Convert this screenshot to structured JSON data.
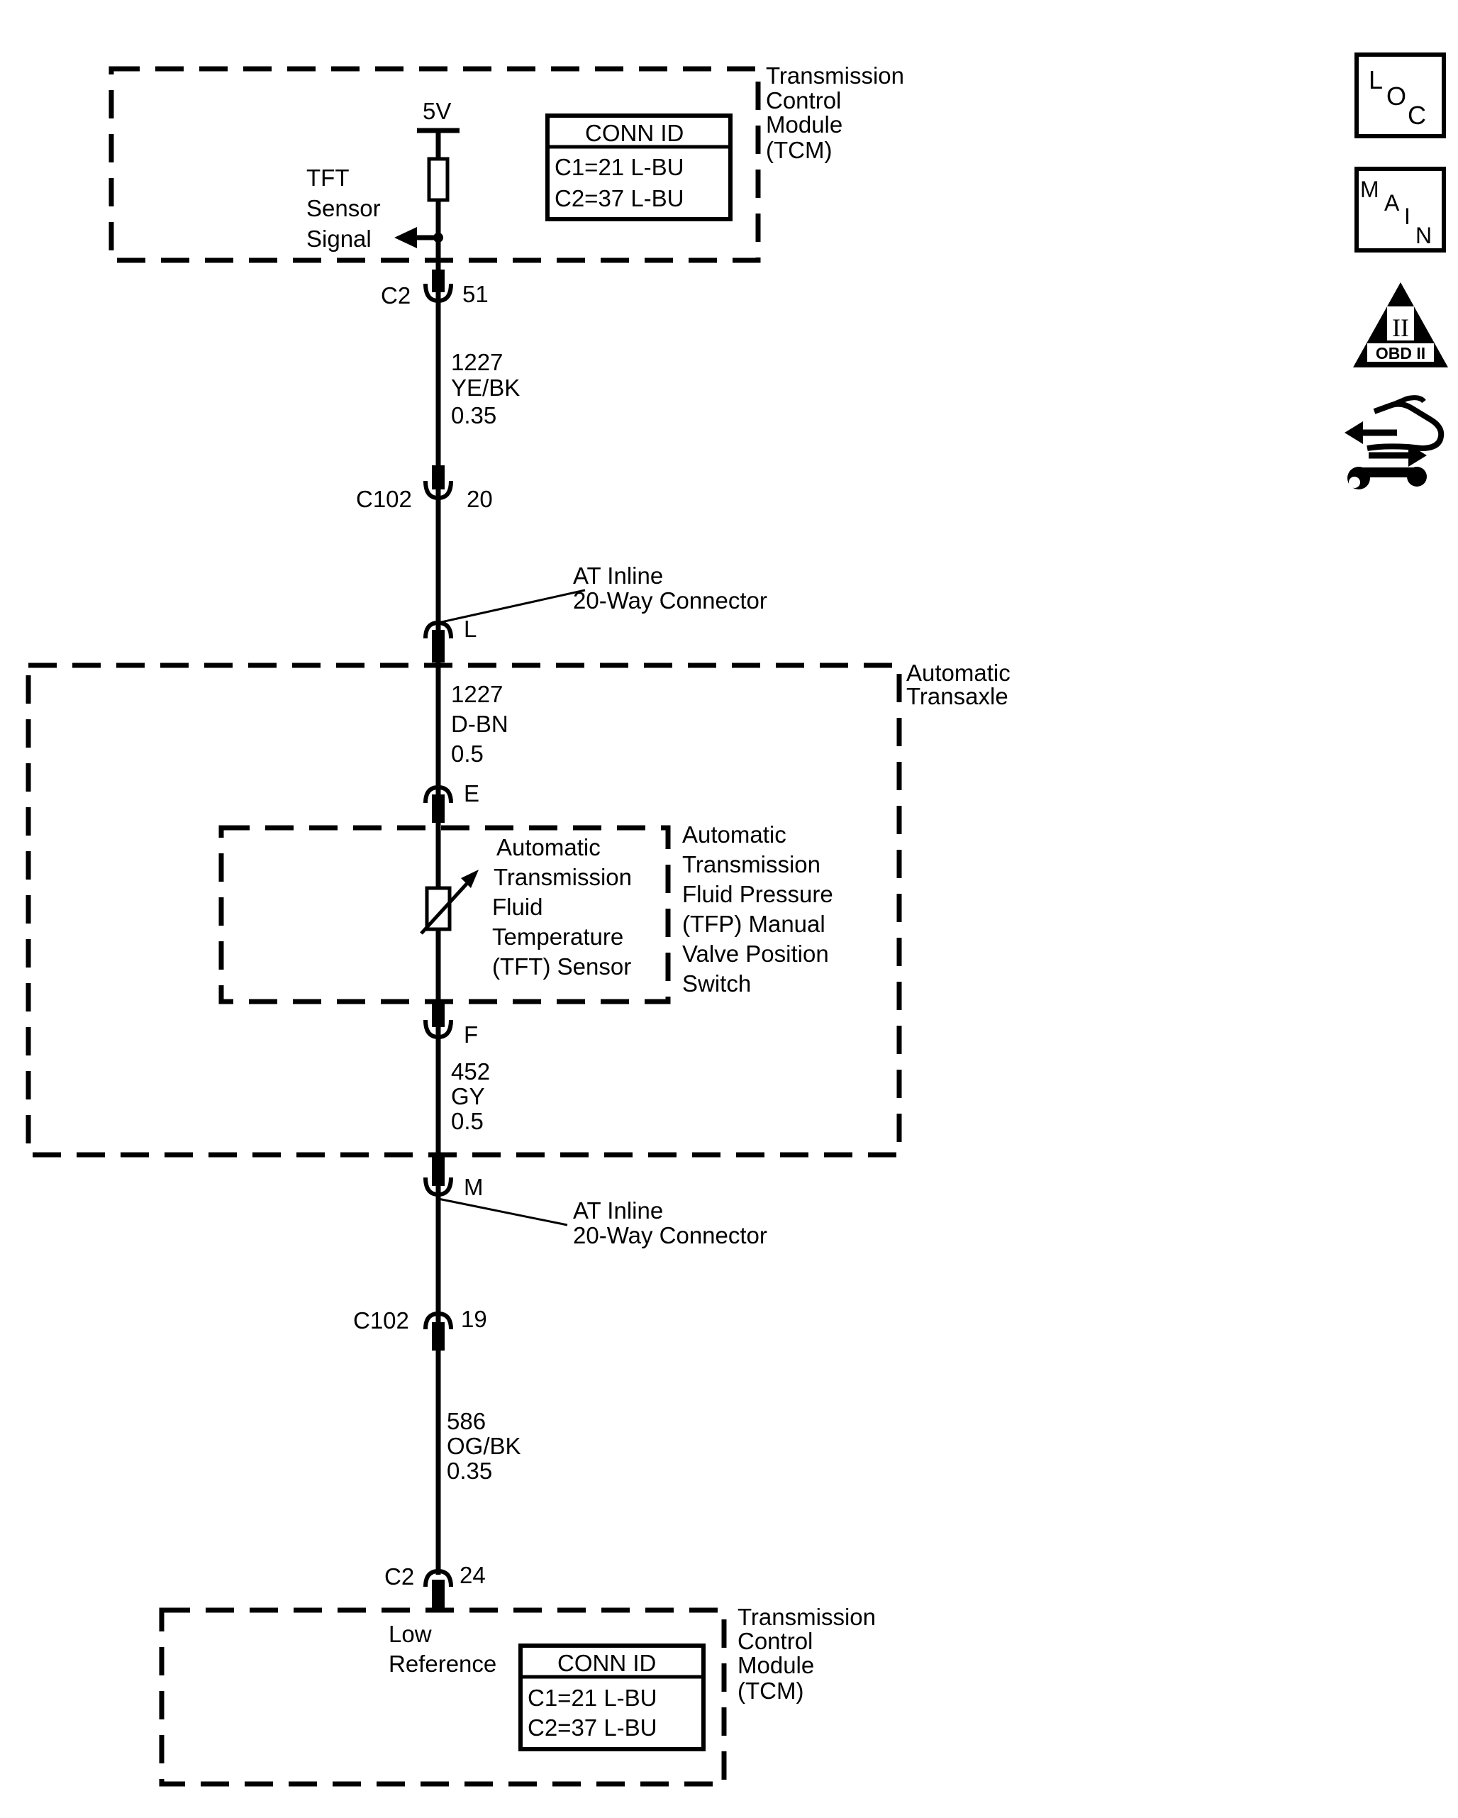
{
  "tcm_top": {
    "module_label": [
      "Transmission",
      "Control",
      "Module",
      "(TCM)"
    ],
    "supply_voltage": "5V",
    "signal_label": [
      "TFT",
      "Sensor",
      "Signal"
    ],
    "conn_id": {
      "title": "CONN ID",
      "rows": [
        "C1=21 L-BU",
        "C2=37 L-BU"
      ]
    }
  },
  "connectors": {
    "c2_top": {
      "name": "C2",
      "pin": "51"
    },
    "c102_top": {
      "name": "C102",
      "pin": "20"
    },
    "inline_top": {
      "pin": "L",
      "callout": [
        "AT Inline",
        "20-Way Connector"
      ]
    },
    "sensor_e": {
      "pin": "E"
    },
    "sensor_f": {
      "pin": "F"
    },
    "inline_bottom": {
      "pin": "M",
      "callout": [
        "AT Inline",
        "20-Way Connector"
      ]
    },
    "c102_bottom": {
      "name": "C102",
      "pin": "19"
    },
    "c2_bottom": {
      "name": "C2",
      "pin": "24"
    }
  },
  "wires": {
    "w1": [
      "1227",
      "YE/BK",
      "0.35"
    ],
    "w2": [
      "1227",
      "D-BN",
      "0.5"
    ],
    "w3": [
      "452",
      "GY",
      "0.5"
    ],
    "w4": [
      "586",
      "OG/BK",
      "0.35"
    ]
  },
  "transaxle": {
    "label": [
      "Automatic",
      "Transaxle"
    ],
    "sensor_label": [
      "Automatic",
      "Transmission",
      "Fluid",
      "Temperature",
      "(TFT) Sensor"
    ],
    "switch_label": [
      "Automatic",
      "Transmission",
      "Fluid Pressure",
      "(TFP) Manual",
      "Valve Position",
      "Switch"
    ]
  },
  "tcm_bottom": {
    "module_label": [
      "Transmission",
      "Control",
      "Module",
      "(TCM)"
    ],
    "low_ref_label": [
      "Low",
      "Reference"
    ],
    "conn_id": {
      "title": "CONN ID",
      "rows": [
        "C1=21 L-BU",
        "C2=37 L-BU"
      ]
    }
  },
  "side_icons": {
    "loc": [
      "L",
      "O",
      "C"
    ],
    "main": [
      "M",
      "A",
      "I",
      "N"
    ],
    "obd": {
      "roman": "II",
      "text": "OBD II"
    },
    "icon_names": [
      "loc-icon",
      "main-icon",
      "obd-ii-icon",
      "service-hand-icon"
    ]
  }
}
